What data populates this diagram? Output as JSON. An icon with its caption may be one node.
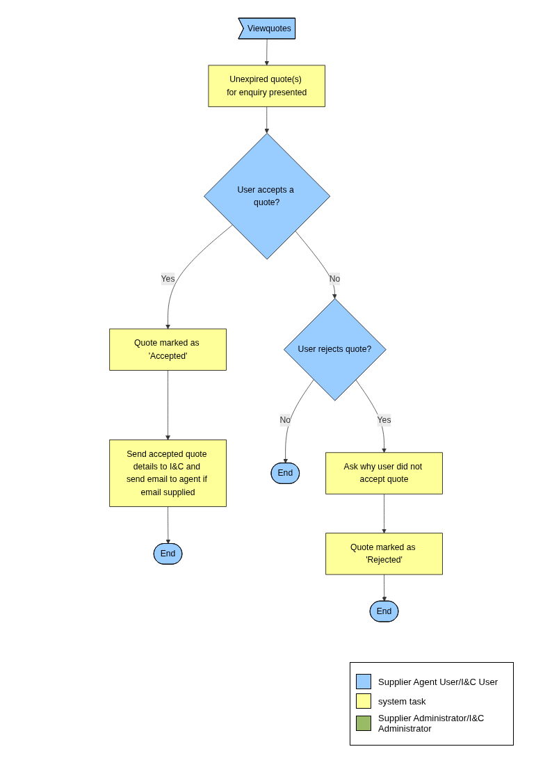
{
  "diagram": {
    "nodes": [
      {
        "text": [
          "Viewquotes"
        ]
      },
      {
        "text": [
          "Unexpired quote(s) for enquiry presented"
        ]
      },
      {
        "text": [
          "User accepts a quote?"
        ]
      },
      {
        "text": [
          "Quote marked as 'Accepted'"
        ]
      },
      {
        "text": [
          "Send accepted quote details to I&C and send email to agent if email supplied"
        ]
      },
      {
        "text": [
          "End"
        ]
      },
      {
        "text": [
          "User rejects quote?"
        ]
      },
      {
        "text": [
          "End"
        ]
      },
      {
        "text": [
          "Ask why user did not accept quote"
        ]
      },
      {
        "text": [
          "Quote marked as 'Rejected'"
        ]
      },
      {
        "text": [
          "End"
        ]
      }
    ],
    "edges": [
      {
        "from": 0,
        "to": 1,
        "arrow": "to"
      },
      {
        "from": 1,
        "to": 2,
        "arrow": "to"
      },
      {
        "from": 2,
        "to": 3,
        "label": "Yes",
        "arrow": "to"
      },
      {
        "from": 3,
        "to": 4,
        "arrow": "to"
      },
      {
        "from": 4,
        "to": 5,
        "arrow": "to"
      },
      {
        "from": 2,
        "to": 6,
        "label": "No",
        "arrow": "to"
      },
      {
        "from": 6,
        "to": 7,
        "label": "No",
        "arrow": "to"
      },
      {
        "from": 6,
        "to": 8,
        "label": "Yes",
        "arrow": "to"
      },
      {
        "from": 8,
        "to": 9,
        "arrow": "to"
      },
      {
        "from": 9,
        "to": 10,
        "arrow": "to"
      }
    ],
    "legend": [
      {
        "text": "Supplier Agent User/I&C User",
        "color": "#99ccff"
      },
      {
        "text": "system task",
        "color": "#ffff99"
      },
      {
        "text": "Supplier Administrator/I&C Administrator",
        "color": "#99bb66"
      }
    ]
  }
}
